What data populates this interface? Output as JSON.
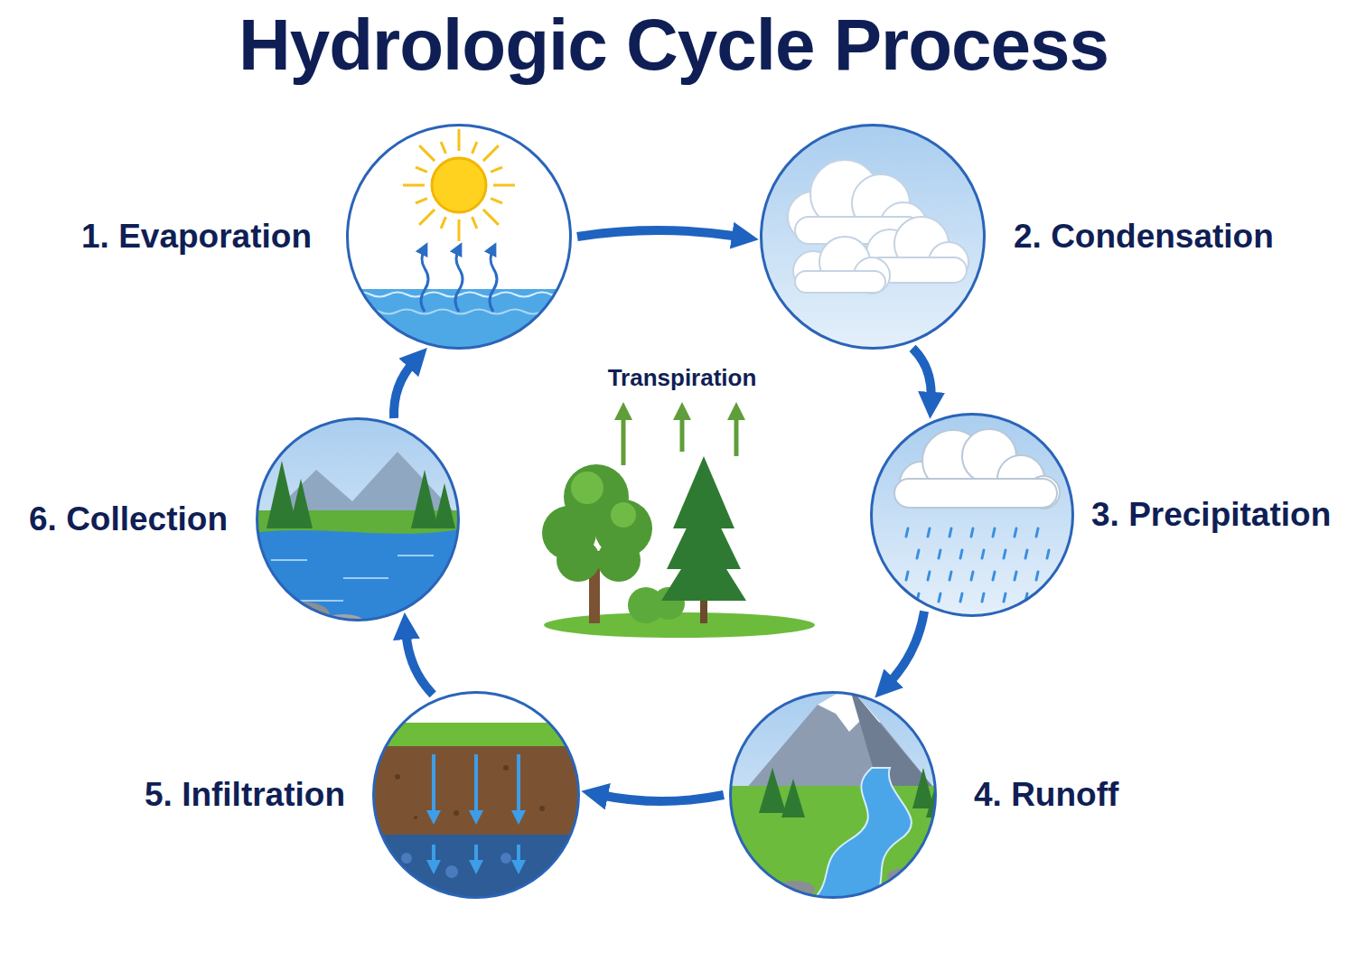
{
  "diagram": {
    "title": "Hydrologic Cycle Process",
    "nodes": [
      {
        "text": [
          "1. Evaporation"
        ]
      },
      {
        "text": [
          "2. Condensation"
        ]
      },
      {
        "text": [
          "3. Precipitation"
        ]
      },
      {
        "text": [
          "4. Runoff"
        ]
      },
      {
        "text": [
          "5. Infiltration"
        ]
      },
      {
        "text": [
          "6. Collection"
        ]
      }
    ],
    "edges": [
      {
        "from": 0,
        "to": 1,
        "arrow": "to"
      },
      {
        "from": 1,
        "to": 2,
        "arrow": "to"
      },
      {
        "from": 2,
        "to": 3,
        "arrow": "to"
      },
      {
        "from": 3,
        "to": 4,
        "arrow": "to"
      },
      {
        "from": 4,
        "to": 5,
        "arrow": "to"
      },
      {
        "from": 5,
        "to": 0,
        "arrow": "to"
      }
    ],
    "labels": [
      "Transpiration"
    ]
  }
}
